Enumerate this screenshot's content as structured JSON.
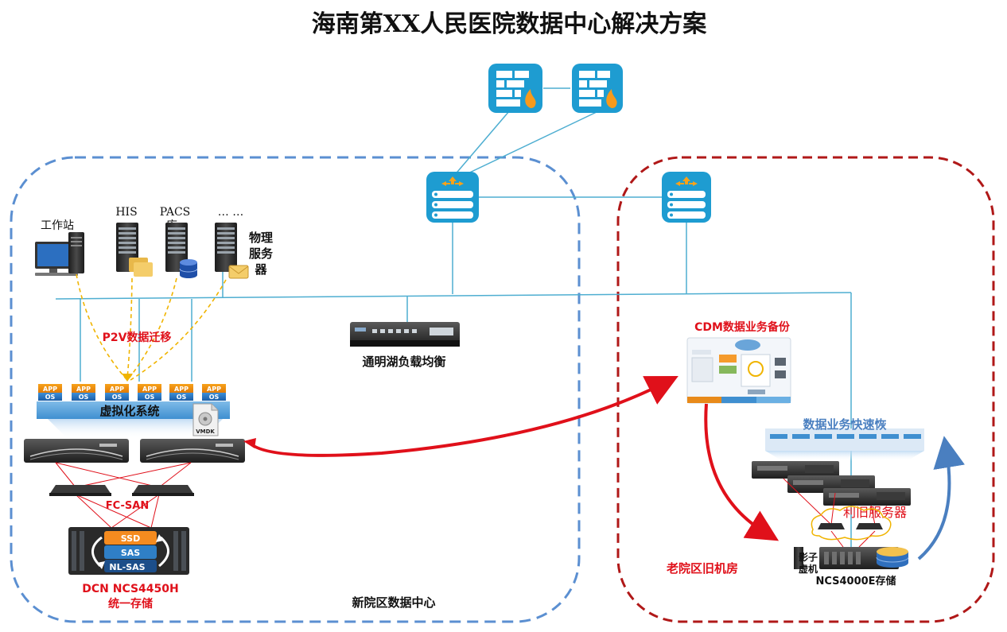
{
  "title": "海南第XX人民医院数据中心解决方案",
  "new_dc": {
    "zone_label": "新院区数据中心",
    "workstation": "工作站",
    "his": "HIS",
    "pacs_line1": "PACS",
    "pacs_line2": "库",
    "ellipsis": "… …",
    "physical_line1": "物理",
    "physical_line2": "服务",
    "physical_line3": "器",
    "p2v": "P2V数据迁移",
    "vm_app": "APP",
    "vm_os": "OS",
    "virtualization": "虚拟化系统",
    "vmdk": "VMDK",
    "fc_san": "FC-SAN",
    "tier_ssd": "SSD",
    "tier_sas": "SAS",
    "tier_nlsas": "NL-SAS",
    "storage_line1": "DCN NCS4450H",
    "storage_line2": "统一存储",
    "load_balancer": "通明湖负载均衡"
  },
  "old_dc": {
    "zone_label": "老院区旧机房",
    "cdm": "CDM数据业务备份",
    "fast_restore": "数据业务快速恢",
    "reuse_servers": "利旧服务器",
    "shadow_line1": "影子",
    "shadow_line2": "虚机",
    "ncs4000e": "NCS4000E存储"
  },
  "colors": {
    "new_zone_border": "#5b8fd1",
    "old_zone_border": "#b01818",
    "device_blue": "#1e9cd1",
    "link": "#4eaed1",
    "migration_dash": "#f0b400",
    "arrow_red": "#e0101a",
    "arrow_blue": "#4a7fc0"
  }
}
